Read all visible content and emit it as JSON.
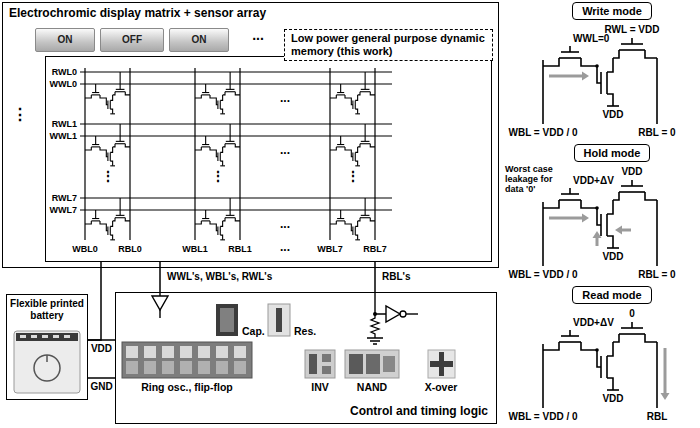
{
  "diagram": {
    "nodes": [
      {
        "text": [
          "Electrochromic display matrix + sensor array"
        ]
      },
      {
        "text": [
          "ON"
        ],
        "in": 0
      },
      {
        "text": [
          "OFF"
        ],
        "in": 0
      },
      {
        "text": [
          "ON"
        ],
        "in": 0
      },
      {
        "text": [
          "Low power general purpose dynamic memory (this work)"
        ],
        "in": 0
      },
      {
        "text": [
          "Flexible printed battery"
        ]
      },
      {
        "text": [
          "Control and timing logic"
        ]
      },
      {
        "text": [
          "Write mode"
        ]
      },
      {
        "text": [
          "Hold mode"
        ]
      },
      {
        "text": [
          "Read mode"
        ]
      }
    ],
    "edges": [
      {
        "from": 5,
        "to": 6,
        "arrow": "none",
        "label": "VDD"
      },
      {
        "from": 5,
        "to": 6,
        "arrow": "none",
        "label": "GND"
      },
      {
        "from": 5,
        "to": 4,
        "arrow": "none"
      },
      {
        "from": 6,
        "to": 4,
        "arrow": "none",
        "label": "WWL's, WBL's, RWL's"
      },
      {
        "from": 4,
        "to": 6,
        "arrow": "none",
        "label": "RBL's"
      }
    ],
    "labels": [
      "⋮",
      "...",
      "RWL0",
      "WWL0",
      "...",
      "RWL1",
      "WWL1",
      "...",
      "⋮",
      "⋮",
      "⋮",
      "RWL7",
      "WWL7",
      "...",
      "WBL0",
      "RBL0",
      "WBL1",
      "RBL1",
      "...",
      "WBL7",
      "RBL7",
      "Ring osc., flip-flop",
      "Cap.",
      "Res.",
      "INV",
      "NAND",
      "X-over",
      "RWL = VDD",
      "WWL=0",
      "VDD",
      "WBL = VDD / 0",
      "RBL = 0",
      "VDD",
      "Worst case leakage for data '0'",
      "VDD+ΔV",
      "VDD",
      "WBL = VDD / 0",
      "RBL = 0",
      "0",
      "VDD+ΔV",
      "VDD",
      "WBL = VDD / 0",
      "RBL"
    ]
  }
}
